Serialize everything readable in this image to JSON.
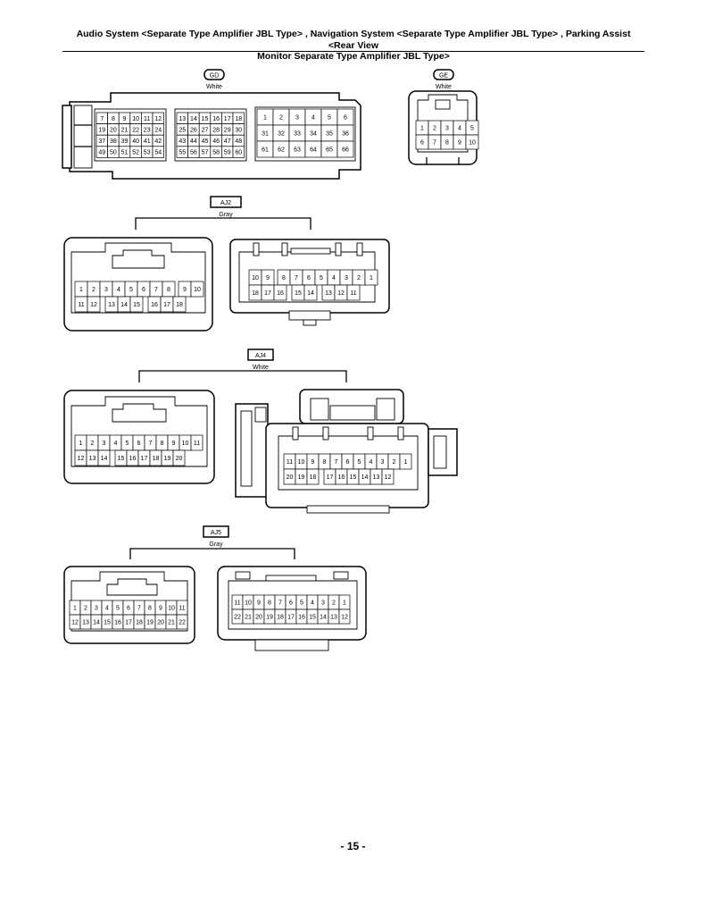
{
  "header": {
    "line1": "Audio System <Separate Type Amplifier JBL Type> , Navigation System <Separate Type Amplifier JBL Type> , Parking Assist <Rear View",
    "line2": "Monitor Separate Type Amplifier JBL Type>"
  },
  "connectors": {
    "gd": {
      "code": "GD",
      "color": "White"
    },
    "ge": {
      "code": "GE",
      "color": "White"
    },
    "aj2": {
      "code": "AJ2",
      "color": "Gray"
    },
    "aj4": {
      "code": "AJ4",
      "color": "White"
    },
    "aj5": {
      "code": "AJ5",
      "color": "Gray"
    }
  },
  "pins": {
    "gd_block1": [
      [
        "7",
        "8",
        "9",
        "10",
        "11",
        "12"
      ],
      [
        "19",
        "20",
        "21",
        "22",
        "23",
        "24"
      ],
      [
        "37",
        "38",
        "39",
        "40",
        "41",
        "42"
      ],
      [
        "49",
        "50",
        "51",
        "52",
        "53",
        "54"
      ]
    ],
    "gd_block2": [
      [
        "13",
        "14",
        "15",
        "16",
        "17",
        "18"
      ],
      [
        "25",
        "26",
        "27",
        "28",
        "29",
        "30"
      ],
      [
        "43",
        "44",
        "45",
        "46",
        "47",
        "48"
      ],
      [
        "55",
        "56",
        "57",
        "58",
        "59",
        "60"
      ]
    ],
    "gd_block3": [
      [
        "1",
        "2",
        "3",
        "4",
        "5",
        "6"
      ],
      [
        "31",
        "32",
        "33",
        "34",
        "35",
        "36"
      ],
      [
        "61",
        "62",
        "63",
        "64",
        "65",
        "66"
      ]
    ],
    "ge": [
      [
        "1",
        "2",
        "3",
        "4",
        "5"
      ],
      [
        "6",
        "7",
        "8",
        "9",
        "10"
      ]
    ],
    "aj2_left": [
      [
        "1",
        "2",
        "3",
        "4",
        "5",
        "6",
        "7",
        "8",
        "9",
        "10"
      ],
      [
        "11",
        "12",
        "13",
        "14",
        "15",
        "16",
        "17",
        "18"
      ]
    ],
    "aj2_right": [
      [
        "10",
        "9",
        "8",
        "7",
        "6",
        "5",
        "4",
        "3",
        "2",
        "1"
      ],
      [
        "18",
        "17",
        "16",
        "15",
        "14",
        "13",
        "12",
        "11"
      ]
    ],
    "aj4_left": [
      [
        "1",
        "2",
        "3",
        "4",
        "5",
        "6",
        "7",
        "8",
        "9",
        "10",
        "11"
      ],
      [
        "12",
        "13",
        "14",
        "15",
        "16",
        "17",
        "18",
        "19",
        "20"
      ]
    ],
    "aj4_right": [
      [
        "11",
        "10",
        "9",
        "8",
        "7",
        "6",
        "5",
        "4",
        "3",
        "2",
        "1"
      ],
      [
        "20",
        "19",
        "18",
        "17",
        "16",
        "15",
        "14",
        "13",
        "12"
      ]
    ],
    "aj5_left": [
      [
        "1",
        "2",
        "3",
        "4",
        "5",
        "6",
        "7",
        "8",
        "9",
        "10",
        "11"
      ],
      [
        "12",
        "13",
        "14",
        "15",
        "16",
        "17",
        "18",
        "19",
        "20",
        "21",
        "22"
      ]
    ],
    "aj5_right": [
      [
        "11",
        "10",
        "9",
        "8",
        "7",
        "6",
        "5",
        "4",
        "3",
        "2",
        "1"
      ],
      [
        "22",
        "21",
        "20",
        "19",
        "18",
        "17",
        "16",
        "15",
        "14",
        "13",
        "12"
      ]
    ]
  },
  "footer": {
    "page_number": "- 15 -"
  }
}
